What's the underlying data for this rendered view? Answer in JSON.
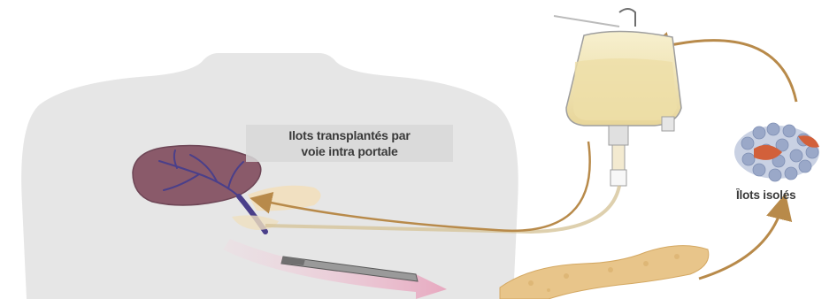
{
  "labels": {
    "transplant_line1": "Ilots transplantés par",
    "transplant_line2": "voie intra portale",
    "isolated_islets": "Îlots isolés"
  },
  "colors": {
    "body_silhouette": "#e6e6e6",
    "liver": "#8a5a6a",
    "liver_vessels": "#4a3f8a",
    "pancreas": "#e8c58a",
    "iv_fluid": "#eedfa8",
    "arrow_brown": "#b88a4a",
    "arrow_pink": "#e8b8c8",
    "islet_cells": "#9aa8c8",
    "islet_core": "#d2603a"
  },
  "icons": [
    "iv-bag-icon",
    "scalpel-icon",
    "arrow-icon"
  ]
}
